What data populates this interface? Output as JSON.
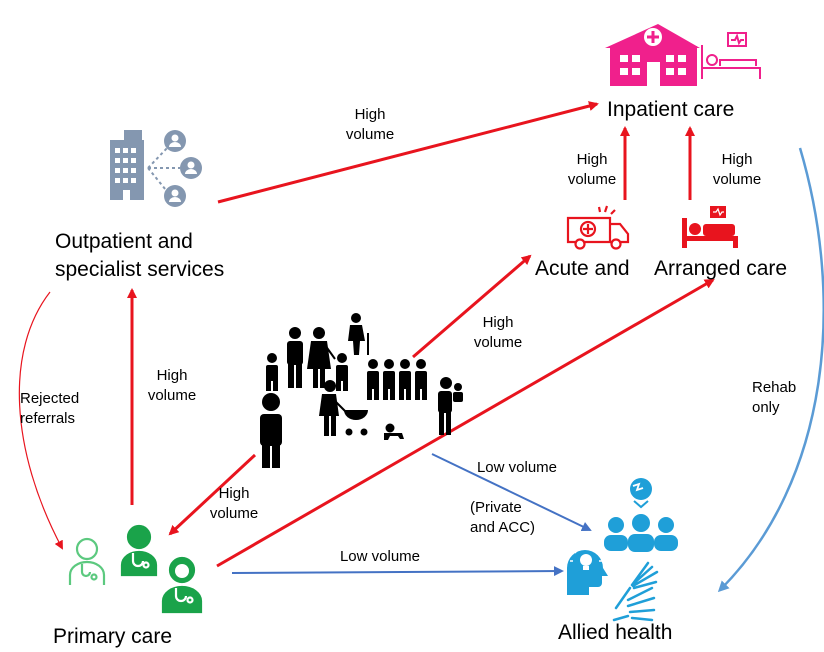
{
  "nodes": {
    "inpatient": "Inpatient care",
    "outpatient_line1": "Outpatient and",
    "outpatient_line2": "specialist services",
    "acute": "Acute and",
    "arranged": "Arranged care",
    "primary": "Primary care",
    "allied": "Allied health"
  },
  "edges": {
    "outpatient_to_inpatient": [
      "High",
      "volume"
    ],
    "acute_to_inpatient": [
      "High",
      "volume"
    ],
    "arranged_to_inpatient": [
      "High",
      "volume"
    ],
    "population_to_acute": [
      "High",
      "volume"
    ],
    "primary_to_outpatient": [
      "High",
      "volume"
    ],
    "population_to_primary": [
      "High",
      "volume"
    ],
    "outpatient_to_primary": [
      "Rejected",
      "referrals"
    ],
    "inpatient_to_allied": [
      "Rehab",
      "only"
    ],
    "population_to_allied": [
      "Low volume"
    ],
    "population_to_allied_note": [
      "(Private",
      "and ACC)"
    ],
    "primary_to_allied": [
      "Low volume"
    ]
  },
  "colors": {
    "high_volume_arrow": "#e8141e",
    "low_volume_arrow": "#4472c4",
    "rehab_arrow": "#5b9bd5",
    "inpatient_icon": "#f0208c",
    "acute_icon": "#e8141e",
    "outpatient_icon": "#8497b0",
    "primary_icon": "#1aa34a",
    "allied_icon": "#1f9fd8",
    "population_icon": "#000000"
  },
  "icons": [
    "hospital-icon",
    "hospital-bed-icon",
    "office-building-network-icon",
    "ambulance-icon",
    "patient-bed-icon",
    "population-family-icon",
    "doctors-group-icon",
    "allied-team-icon",
    "head-lightbulb-icon",
    "sign-language-hands-icon"
  ]
}
